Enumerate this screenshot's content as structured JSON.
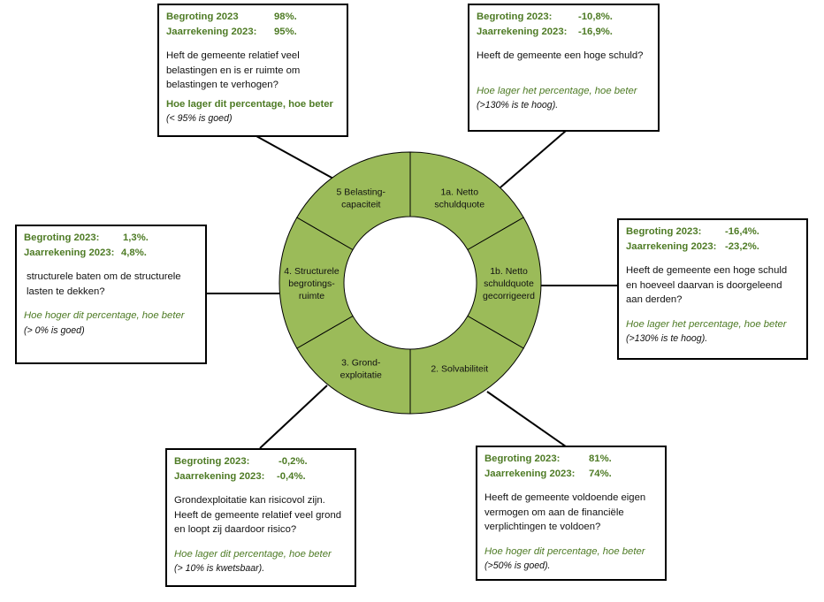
{
  "donut": {
    "fill_color": "#9BBB59",
    "segments": [
      {
        "id": "1a",
        "lines": [
          "1a. Netto",
          "schuldquote"
        ]
      },
      {
        "id": "1b",
        "lines": [
          "1b. Netto",
          "schuldquote",
          "gecorrigeerd"
        ]
      },
      {
        "id": "2",
        "lines": [
          "2. Solvabiliteit"
        ]
      },
      {
        "id": "3",
        "lines": [
          "3. Grond-",
          "exploitatie"
        ]
      },
      {
        "id": "4",
        "lines": [
          "4. Structurele",
          "begrotings-",
          "ruimte"
        ]
      },
      {
        "id": "5",
        "lines": [
          "5 Belasting-",
          "capaciteit"
        ]
      }
    ]
  },
  "boxes": {
    "belasting": {
      "begroting_label": "Begroting 2023",
      "begroting_value": "98%.",
      "jaarrekening_label": "Jaarrekening 2023:",
      "jaarrekening_value": "95%.",
      "question": "Heft de gemeente relatief veel belastingen en is er ruimte om belastingen te verhogen?",
      "hint": "Hoe lager dit percentage, hoe beter",
      "note": "(< 95% is goed)"
    },
    "netto_schuldquote": {
      "begroting_label": "Begroting 2023:",
      "begroting_value": "-10,8%.",
      "jaarrekening_label": "Jaarrekening 2023:",
      "jaarrekening_value": "-16,9%.",
      "question": "Heeft de gemeente een hoge schuld?",
      "hint": "Hoe lager het percentage, hoe beter",
      "note": "(>130% is te hoog)."
    },
    "netto_schuldquote_gecorrigeerd": {
      "begroting_label": "Begroting 2023:",
      "begroting_value": "-16,4%.",
      "jaarrekening_label": "Jaarrekening 2023:",
      "jaarrekening_value": "-23,2%.",
      "question": "Heeft de gemeente een hoge schuld en hoeveel daarvan is doorgeleend aan derden?",
      "hint": "Hoe lager het percentage, hoe beter",
      "note": "(>130% is te hoog)."
    },
    "structurele_ruimte": {
      "begroting_label": "Begroting 2023:",
      "begroting_value": "1,3%.",
      "jaarrekening_label": "Jaarrekening 2023:",
      "jaarrekening_value": "4,8%.",
      "question": "structurele baten om de structurele lasten te dekken?",
      "hint": "Hoe hoger dit percentage, hoe beter",
      "note": "(> 0% is goed)"
    },
    "grondexploitatie": {
      "begroting_label": "Begroting 2023:",
      "begroting_value": "-0,2%.",
      "jaarrekening_label": "Jaarrekening 2023:",
      "jaarrekening_value": "-0,4%.",
      "question": "Grondexploitatie kan risicovol zijn. Heeft de gemeente relatief veel grond en loopt zij daardoor risico?",
      "hint": "Hoe lager dit percentage, hoe beter",
      "note": "(> 10% is kwetsbaar)."
    },
    "solvabiliteit": {
      "begroting_label": "Begroting 2023:",
      "begroting_value": "81%.",
      "jaarrekening_label": "Jaarrekening 2023:",
      "jaarrekening_value": "74%.",
      "question": "Heeft de gemeente voldoende eigen vermogen om aan de financiële verplichtingen te voldoen?",
      "hint": "Hoe hoger dit percentage, hoe beter",
      "note": "(>50% is goed)."
    }
  }
}
